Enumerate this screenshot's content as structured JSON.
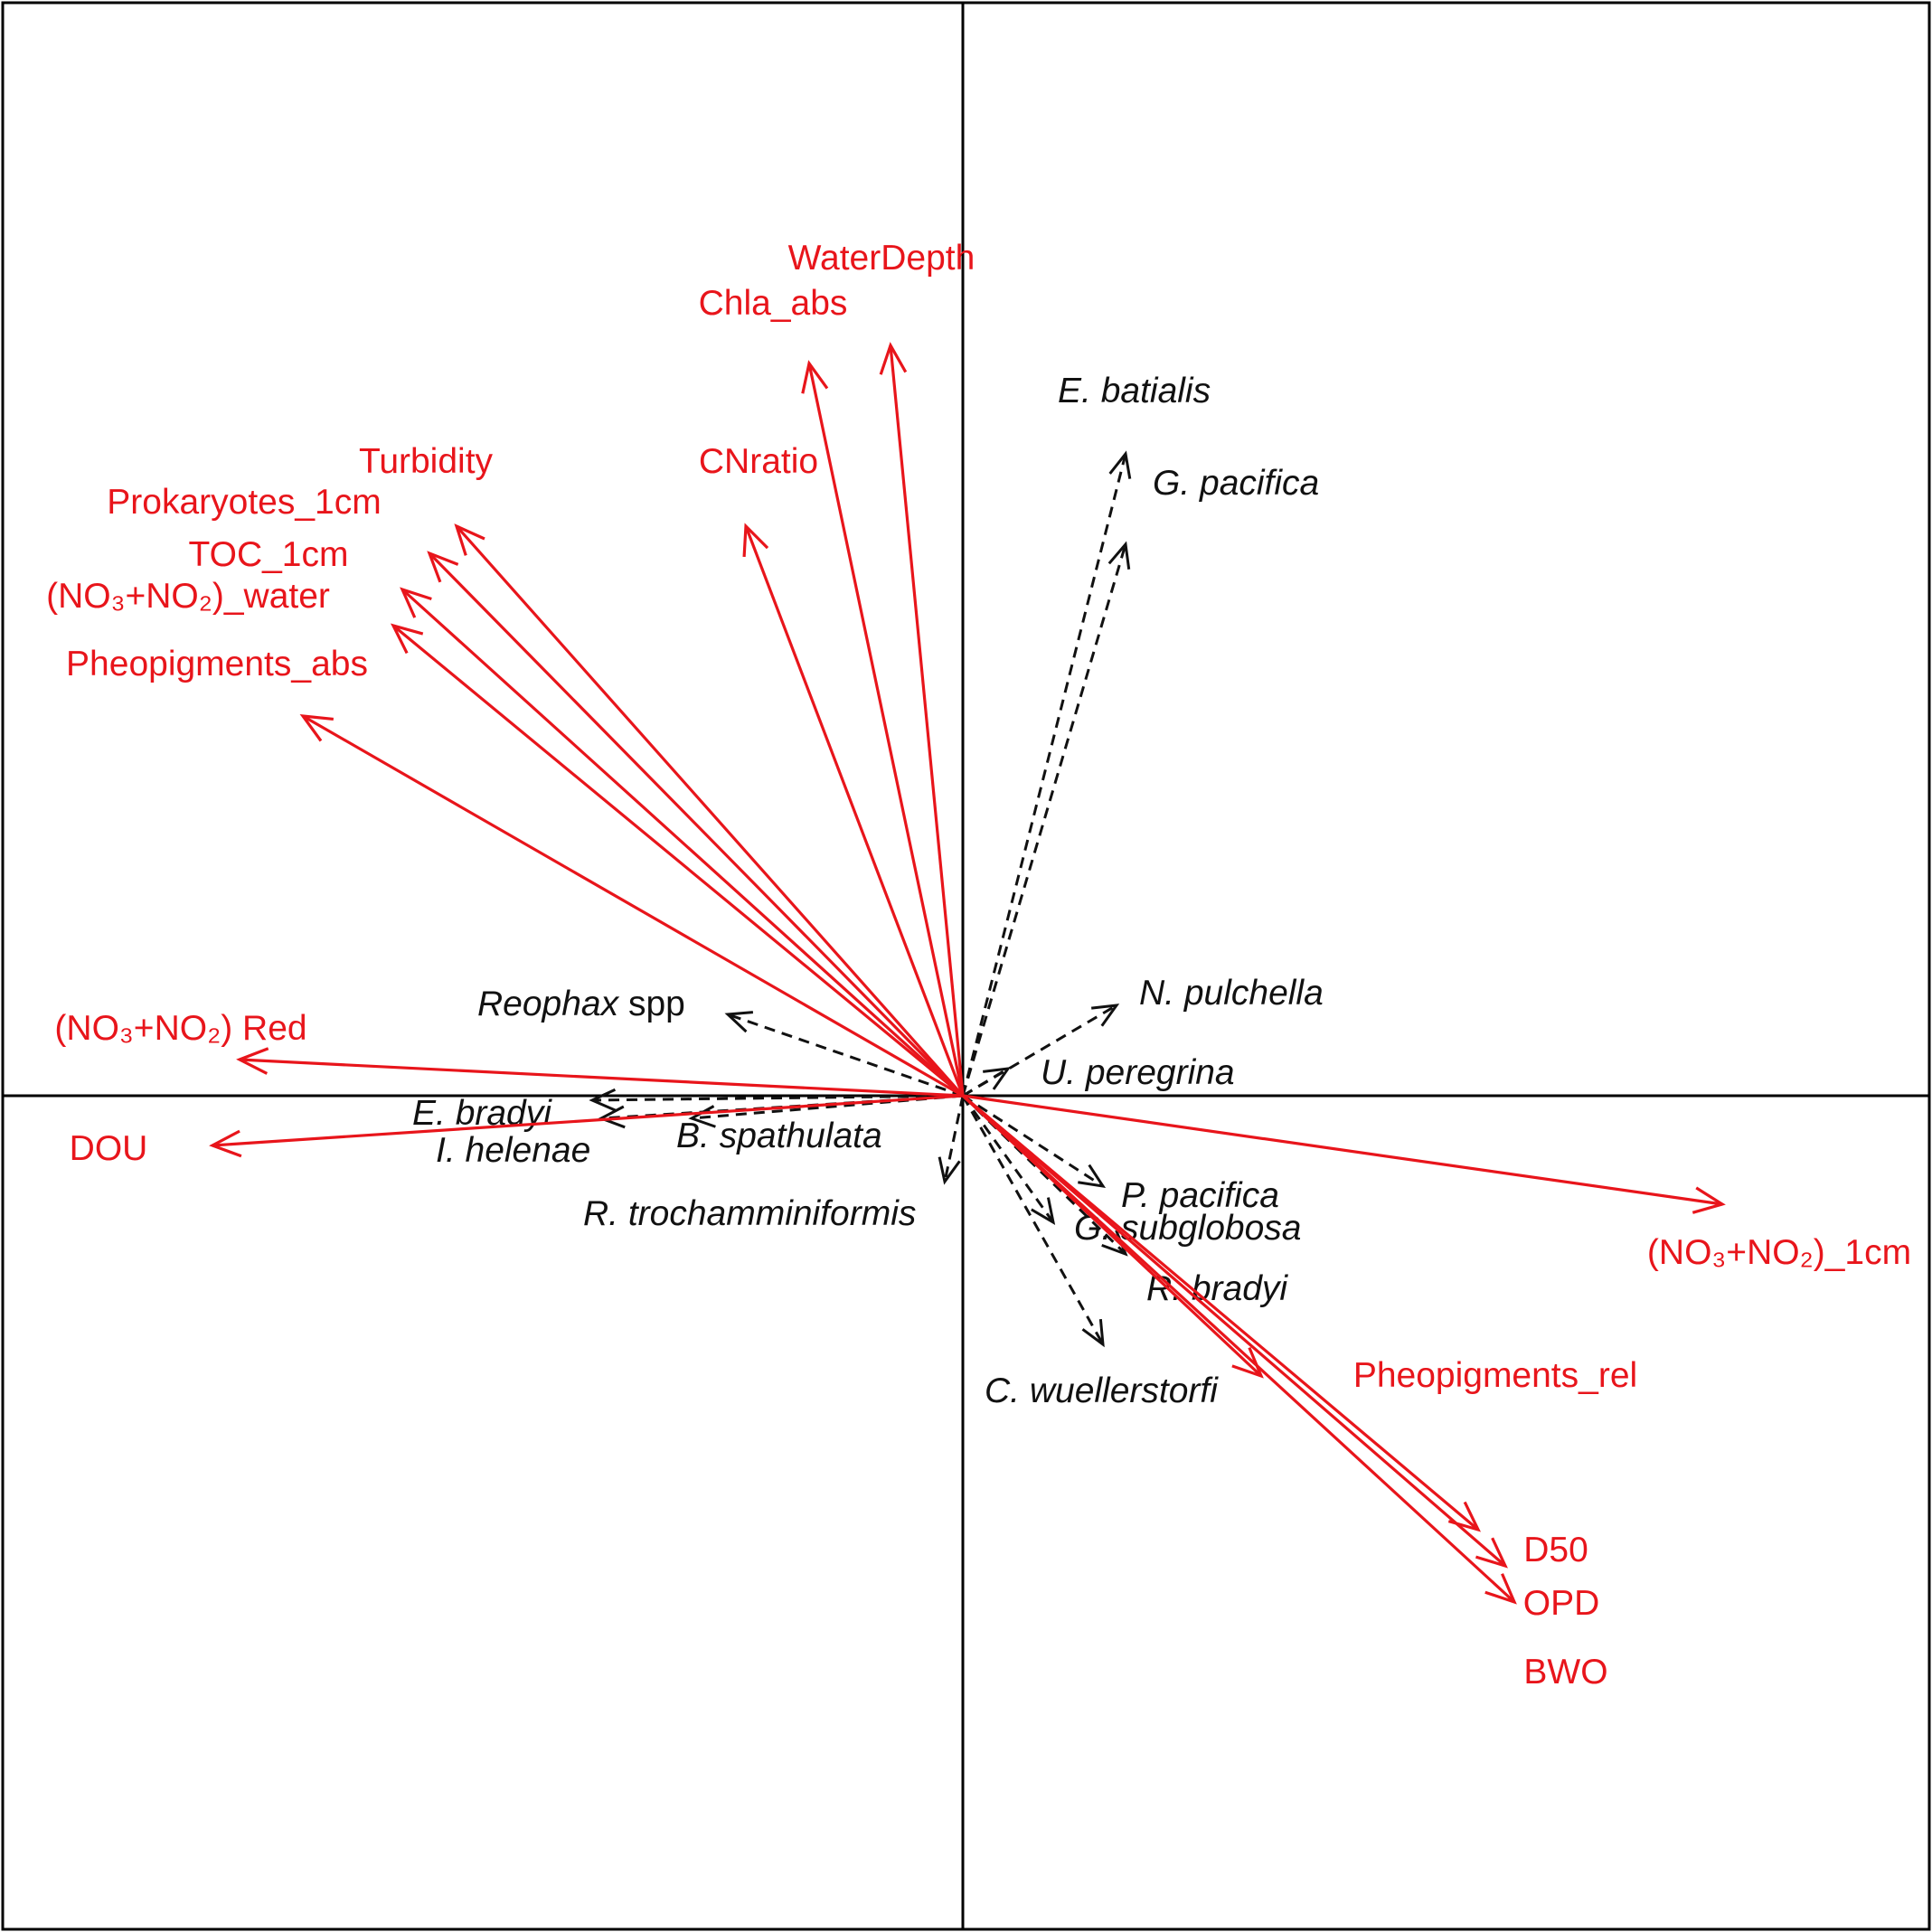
{
  "chart_data": {
    "type": "biplot",
    "title": "",
    "xlabel": "",
    "ylabel": "",
    "xlim": [
      -1.0,
      1.0
    ],
    "ylim": [
      -1.0,
      1.0
    ],
    "grid": false,
    "axes_through_origin": true,
    "colors": {
      "environment": "#e8151b",
      "species": "#111111"
    },
    "environment_vectors": [
      {
        "label": "WaterDepth",
        "x": -0.08,
        "y": 0.83
      },
      {
        "label": "Chla_abs",
        "x": -0.17,
        "y": 0.81
      },
      {
        "label": "CNratio",
        "x": -0.24,
        "y": 0.63
      },
      {
        "label": "Turbidity",
        "x": -0.56,
        "y": 0.63
      },
      {
        "label": "Prokaryotes_1cm",
        "x": -0.59,
        "y": 0.6
      },
      {
        "label": "TOC_1cm",
        "x": -0.62,
        "y": 0.56
      },
      {
        "label": "(NO₃+NO₂)_water",
        "x": -0.63,
        "y": 0.52
      },
      {
        "label": "Pheopigments_abs",
        "x": -0.73,
        "y": 0.42
      },
      {
        "label": "(NO₃+NO₂) Red",
        "x": -0.8,
        "y": 0.04
      },
      {
        "label": "DOU",
        "x": -0.83,
        "y": -0.055
      },
      {
        "label": "(NO₃+NO₂)_1cm",
        "x": 0.84,
        "y": -0.12
      },
      {
        "label": "Pheopigments_rel",
        "x": 0.33,
        "y": -0.31
      },
      {
        "label": "D50",
        "x": 0.57,
        "y": -0.48
      },
      {
        "label": "OPD",
        "x": 0.6,
        "y": -0.52
      },
      {
        "label": "BWO",
        "x": 0.61,
        "y": -0.56
      }
    ],
    "species_vectors": [
      {
        "genus": "E.",
        "epithet": "batialis",
        "x": 0.18,
        "y": 0.71
      },
      {
        "genus": "G.",
        "epithet": "pacifica",
        "x": 0.18,
        "y": 0.61
      },
      {
        "genus": "N.",
        "epithet": "pulchella",
        "x": 0.17,
        "y": 0.1
      },
      {
        "genus": "U.",
        "epithet": "peregrina",
        "x": 0.05,
        "y": 0.03
      },
      {
        "genus": "Reophax",
        "epithet": "spp",
        "x": -0.26,
        "y": 0.09
      },
      {
        "genus": "E.",
        "epithet": "bradyi",
        "x": -0.41,
        "y": -0.005
      },
      {
        "genus": "I.",
        "epithet": "helenae",
        "x": -0.4,
        "y": -0.025
      },
      {
        "genus": "B.",
        "epithet": "spathulata",
        "x": -0.3,
        "y": -0.025
      },
      {
        "genus": "R.",
        "epithet": "trochamminiformis",
        "x": -0.02,
        "y": -0.095
      },
      {
        "genus": "P.",
        "epithet": "pacifica",
        "x": 0.155,
        "y": -0.1
      },
      {
        "genus": "G.",
        "epithet": "subglobosa",
        "x": 0.1,
        "y": -0.14
      },
      {
        "genus": "R.",
        "epithet": "bradyi",
        "x": 0.18,
        "y": -0.175
      },
      {
        "genus": "C.",
        "epithet": "wuellerstorfi",
        "x": 0.155,
        "y": -0.275
      }
    ]
  }
}
